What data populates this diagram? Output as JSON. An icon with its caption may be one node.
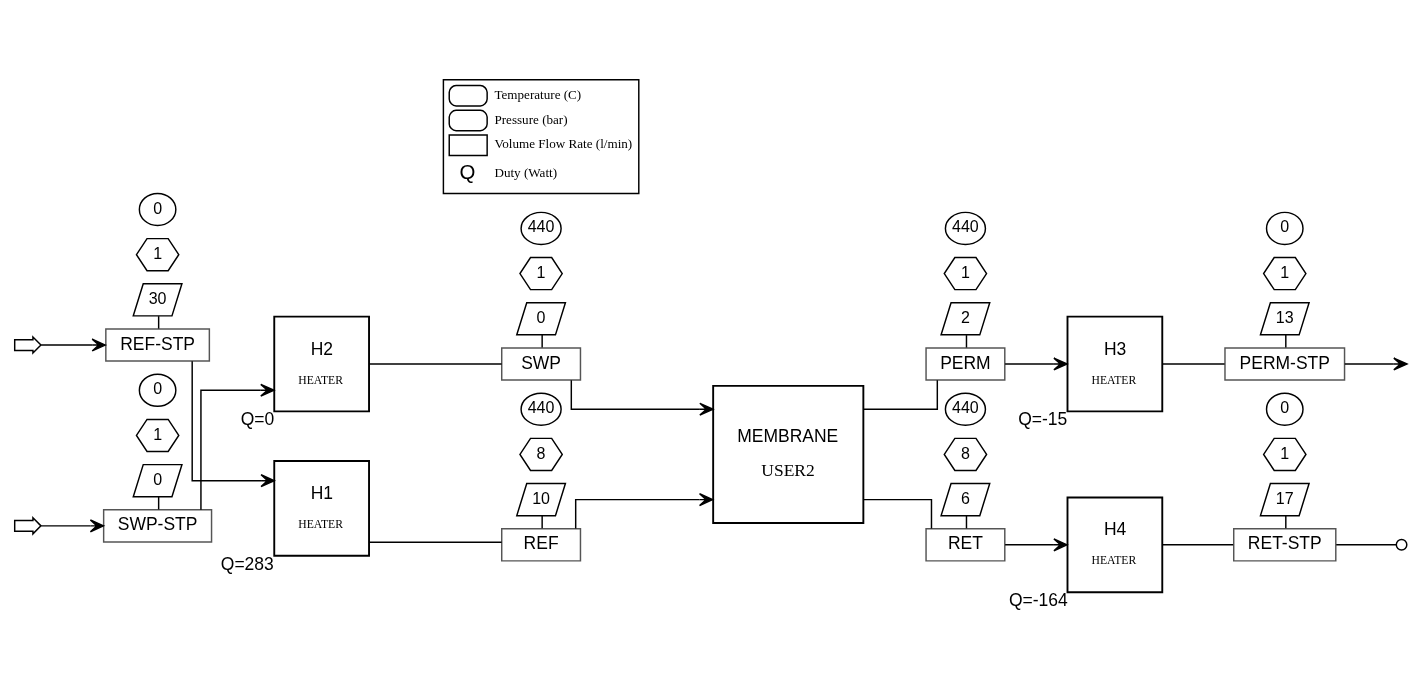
{
  "diagram": {
    "nodes": [
      {
        "text": [
          "0"
        ]
      },
      {
        "text": [
          "1"
        ]
      },
      {
        "text": [
          "30"
        ]
      },
      {
        "text": [
          "REF-STP"
        ]
      },
      {
        "text": [
          "H1",
          "HEATER"
        ],
        "beside": [
          "Q=283"
        ]
      },
      {
        "text": [
          "440"
        ]
      },
      {
        "text": [
          "8"
        ]
      },
      {
        "text": [
          "10"
        ]
      },
      {
        "text": [
          "REF"
        ]
      },
      {
        "text": [
          "0"
        ]
      },
      {
        "text": [
          "1"
        ]
      },
      {
        "text": [
          "0"
        ]
      },
      {
        "text": [
          "SWP-STP"
        ]
      },
      {
        "text": [
          "H2",
          "HEATER"
        ],
        "beside": [
          "Q=0"
        ]
      },
      {
        "text": [
          "440"
        ]
      },
      {
        "text": [
          "1"
        ]
      },
      {
        "text": [
          "0"
        ]
      },
      {
        "text": [
          "SWP"
        ]
      },
      {
        "text": [
          "MEMBRANE",
          "USER2"
        ]
      },
      {
        "text": [
          "440"
        ]
      },
      {
        "text": [
          "1"
        ]
      },
      {
        "text": [
          "2"
        ]
      },
      {
        "text": [
          "PERM"
        ]
      },
      {
        "text": [
          "H3",
          "HEATER"
        ],
        "beside": [
          "Q=-15"
        ]
      },
      {
        "text": [
          "0"
        ]
      },
      {
        "text": [
          "1"
        ]
      },
      {
        "text": [
          "13"
        ]
      },
      {
        "text": [
          "PERM-STP"
        ]
      },
      {
        "text": [
          "440"
        ]
      },
      {
        "text": [
          "8"
        ]
      },
      {
        "text": [
          "6"
        ]
      },
      {
        "text": [
          "RET"
        ]
      },
      {
        "text": [
          "H4",
          "HEATER"
        ],
        "beside": [
          "Q=-164"
        ]
      },
      {
        "text": [
          "0"
        ]
      },
      {
        "text": [
          "1"
        ]
      },
      {
        "text": [
          "17"
        ]
      },
      {
        "text": [
          "RET-STP"
        ]
      }
    ],
    "edges": [
      {
        "from": null,
        "to": 3,
        "arrow": "to"
      },
      {
        "from": 2,
        "to": 3,
        "arrow": "none"
      },
      {
        "from": 3,
        "to": 4,
        "arrow": "to"
      },
      {
        "from": 4,
        "to": 8,
        "arrow": "none"
      },
      {
        "from": 7,
        "to": 8,
        "arrow": "none"
      },
      {
        "from": 8,
        "to": 18,
        "arrow": "to"
      },
      {
        "from": null,
        "to": 12,
        "arrow": "to"
      },
      {
        "from": 11,
        "to": 12,
        "arrow": "none"
      },
      {
        "from": 12,
        "to": 13,
        "arrow": "to"
      },
      {
        "from": 13,
        "to": 17,
        "arrow": "none"
      },
      {
        "from": 16,
        "to": 17,
        "arrow": "none"
      },
      {
        "from": 17,
        "to": 18,
        "arrow": "to"
      },
      {
        "from": 18,
        "to": 22,
        "arrow": "none"
      },
      {
        "from": 21,
        "to": 22,
        "arrow": "none"
      },
      {
        "from": 22,
        "to": 23,
        "arrow": "to"
      },
      {
        "from": 23,
        "to": 27,
        "arrow": "none"
      },
      {
        "from": 26,
        "to": 27,
        "arrow": "none"
      },
      {
        "from": 27,
        "to": null,
        "arrow": "to"
      },
      {
        "from": 18,
        "to": 31,
        "arrow": "none"
      },
      {
        "from": 30,
        "to": 31,
        "arrow": "none"
      },
      {
        "from": 31,
        "to": 32,
        "arrow": "to"
      },
      {
        "from": 32,
        "to": 36,
        "arrow": "none"
      },
      {
        "from": 35,
        "to": 36,
        "arrow": "none"
      },
      {
        "from": 36,
        "to": null,
        "arrow": "other"
      }
    ],
    "labels": [
      "Q"
    ],
    "legend": [
      {
        "text": "Temperature (C)"
      },
      {
        "text": "Pressure (bar)"
      },
      {
        "text": "Volume Flow Rate (l/min)"
      },
      {
        "text": "Duty (Watt)"
      }
    ]
  }
}
